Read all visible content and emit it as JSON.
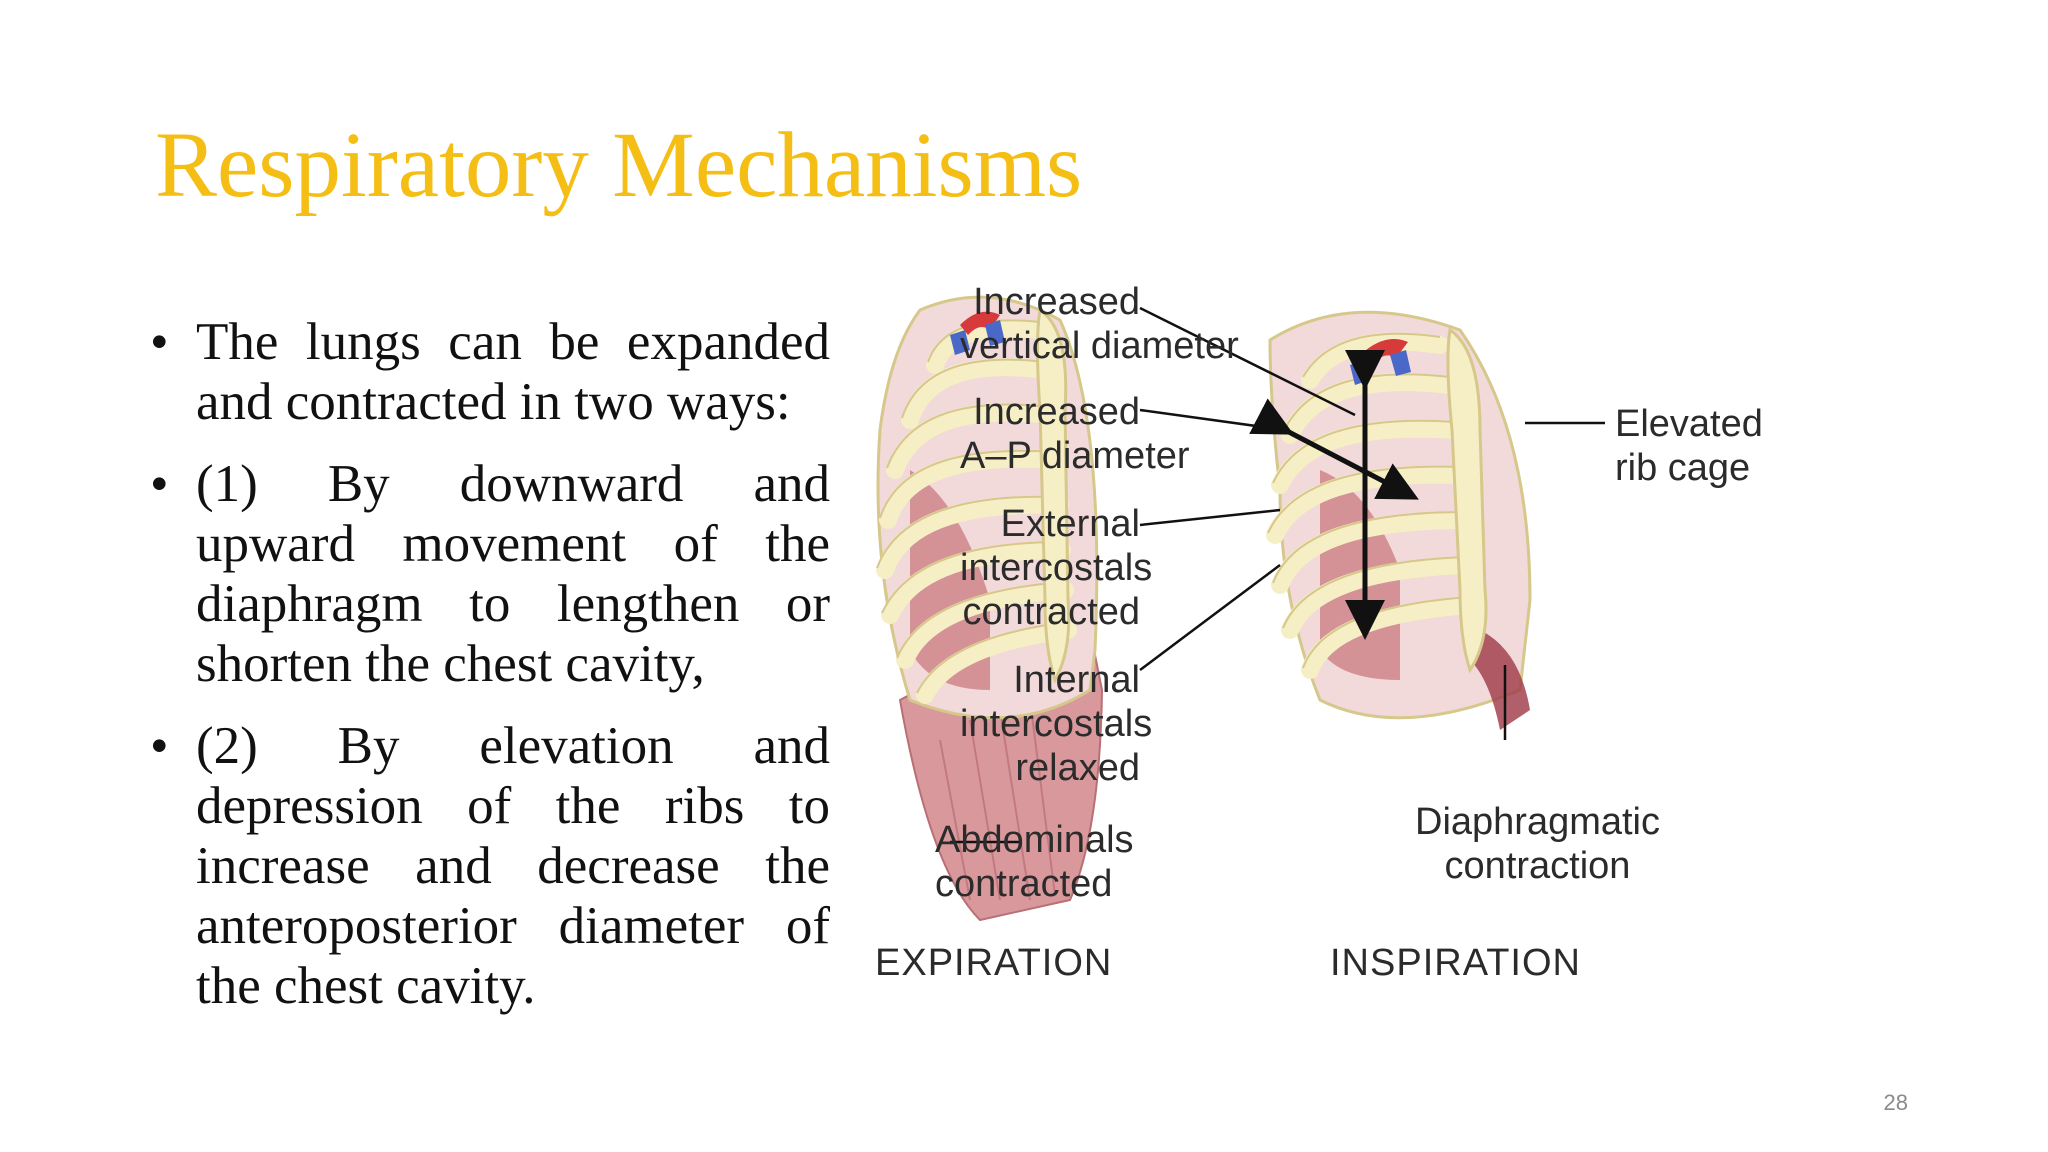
{
  "title": "Respiratory Mechanisms",
  "bullets": [
    "The lungs can be expanded and contracted in two ways:",
    "(1) By downward and upward movement of the diaphragm to lengthen or shorten the chest cavity,",
    "(2) By elevation and depression of the ribs to increase and decrease the anteroposterior diameter of the chest cavity."
  ],
  "bullet_glyph": "•",
  "figure": {
    "labels": {
      "vertical_1": "Increased",
      "vertical_2": "vertical diameter",
      "ap_1": "Increased",
      "ap_2": "A–P diameter",
      "ext_1": "External",
      "ext_2": "intercostals",
      "ext_3": "contracted",
      "int_1": "Internal",
      "int_2": "intercostals",
      "int_3": "relaxed",
      "abd_1": "Abdominals",
      "abd_2": "contracted",
      "elev_1": "Elevated",
      "elev_2": "rib cage",
      "dia_1": "Diaphragmatic",
      "dia_2": "contraction"
    },
    "captions": {
      "expiration": "EXPIRATION",
      "inspiration": "INSPIRATION"
    },
    "colors": {
      "bone": "#F6EFC6",
      "bone_outline": "#D6C88A",
      "muscle": "#D9999C",
      "muscle_dark": "#9E3846",
      "artery": "#D63A3A",
      "vein": "#4A68C8"
    }
  },
  "page_number": "28",
  "colors": {
    "title": "#F5BE14",
    "text": "#111111"
  }
}
